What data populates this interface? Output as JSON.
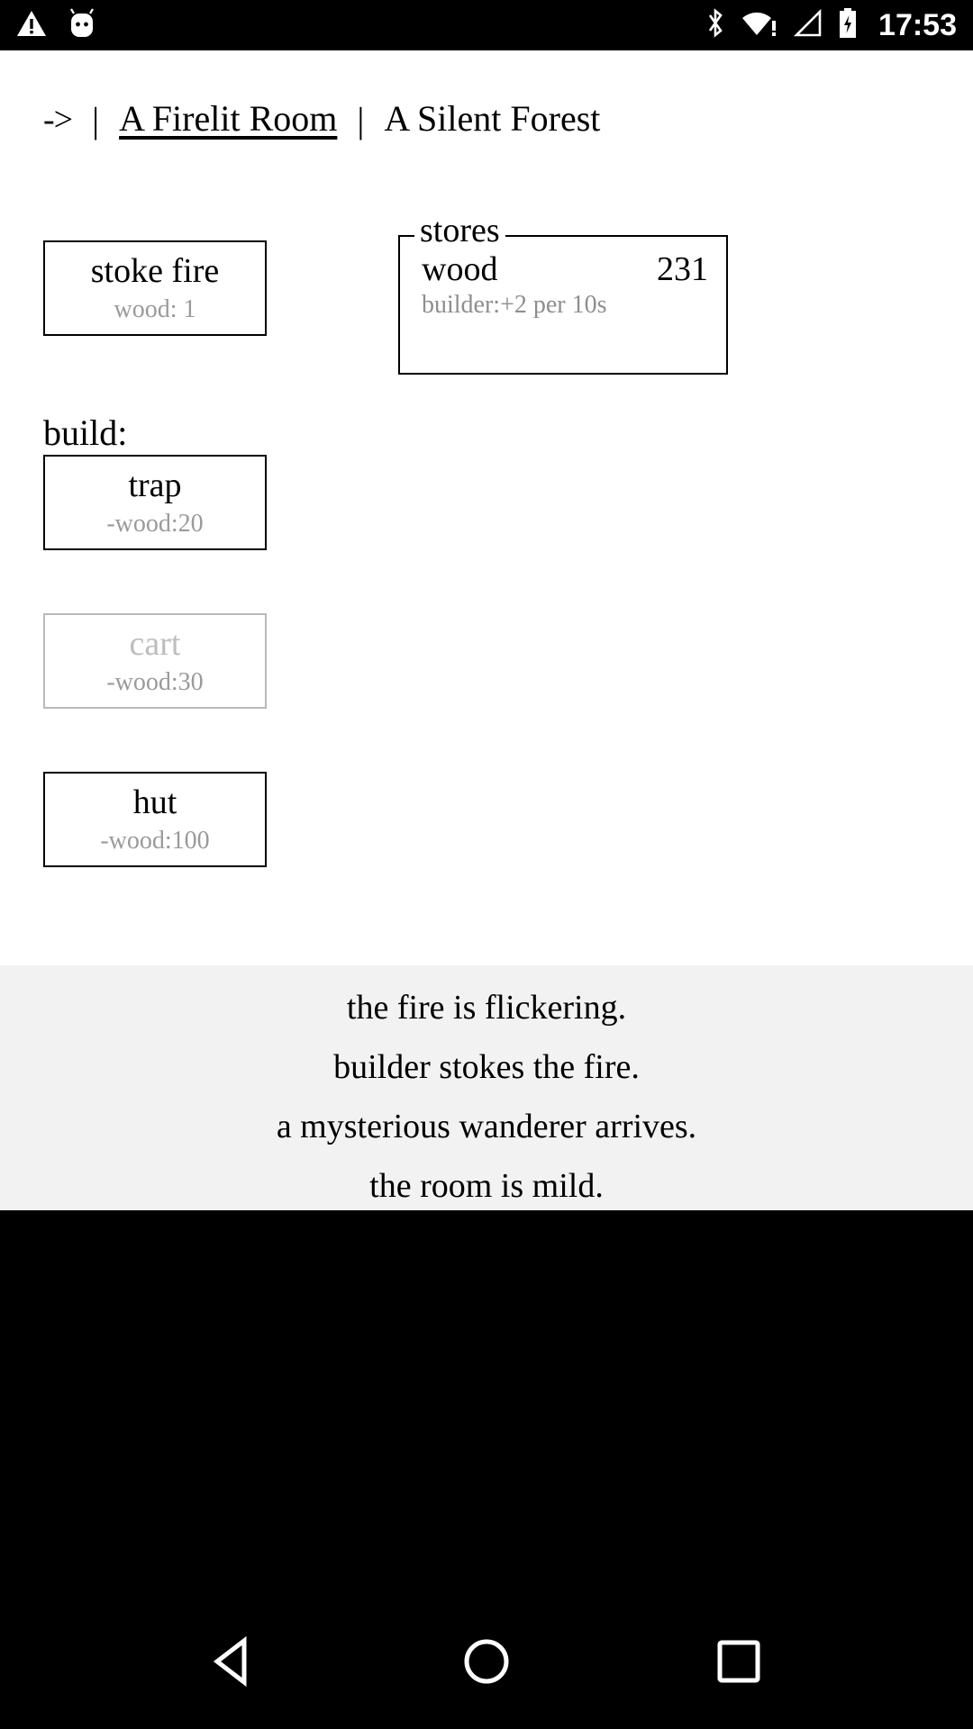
{
  "statusbar": {
    "icons_left": [
      "warning-triangle-icon",
      "android-head-icon"
    ],
    "icons_right": [
      "bluetooth-icon",
      "wifi-warning-icon",
      "cell-signal-icon",
      "battery-charging-icon"
    ],
    "time": "17:53"
  },
  "header": {
    "arrow": "->",
    "separator": "|",
    "tabs": [
      {
        "label": "A Firelit Room",
        "active": true
      },
      {
        "label": "A Silent Forest",
        "active": false
      }
    ]
  },
  "actions": {
    "stoke": {
      "label": "stoke fire",
      "cost": "wood: 1"
    }
  },
  "build": {
    "heading": "build:",
    "items": [
      {
        "label": "trap",
        "cost": "-wood:20",
        "disabled": false
      },
      {
        "label": "cart",
        "cost": "-wood:30",
        "disabled": true
      },
      {
        "label": "hut",
        "cost": "-wood:100",
        "disabled": false
      }
    ]
  },
  "stores": {
    "legend": "stores",
    "rows": [
      {
        "name": "wood",
        "value": "231",
        "note": "builder:+2 per 10s"
      }
    ]
  },
  "notifications": [
    "the fire is flickering.",
    "builder stokes the fire.",
    "a mysterious wanderer arrives.",
    "the room is mild."
  ],
  "navbar": {
    "back": "back-triangle-icon",
    "home": "home-circle-icon",
    "recents": "recents-square-icon"
  },
  "colors": {
    "text": "#000000",
    "muted": "#9a9a9a",
    "disabled": "#bdbdbd",
    "log_background": "#f2f2f2",
    "system_background": "#000000"
  }
}
